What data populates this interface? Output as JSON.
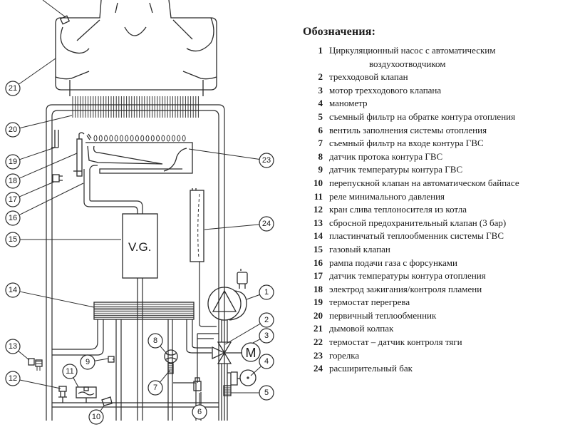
{
  "legend": {
    "title": "Обозначения:",
    "items": [
      {
        "num": "1",
        "text": "Циркуляционный насос с автоматическим",
        "text_cont": "воздухоотводчиком"
      },
      {
        "num": "2",
        "text": "трехходовой клапан"
      },
      {
        "num": "3",
        "text": "мотор трехходового клапана"
      },
      {
        "num": "4",
        "text": "манометр"
      },
      {
        "num": "5",
        "text": "съемный фильтр на обратке  контура отопления"
      },
      {
        "num": "6",
        "text": "вентиль заполнения системы отопления"
      },
      {
        "num": "7",
        "text": "съемный фильтр на входе контура ГВС"
      },
      {
        "num": "8",
        "text": "датчик протока контура ГВС"
      },
      {
        "num": "9",
        "text": "датчик температуры контура ГВС"
      },
      {
        "num": "10",
        "text": "перепускной клапан на автоматическом байпасе"
      },
      {
        "num": "11",
        "text": "реле минимального давления"
      },
      {
        "num": "12",
        "text": "кран слива теплоносителя из котла"
      },
      {
        "num": "13",
        "text": "сбросной предохранительный клапан (3 бар)"
      },
      {
        "num": "14",
        "text": "пластинчатый теплообменник системы ГВС"
      },
      {
        "num": "15",
        "text": "газовый клапан"
      },
      {
        "num": "16",
        "text": "рампа подачи газа с форсунками"
      },
      {
        "num": "17",
        "text": "датчик температуры контура отопления"
      },
      {
        "num": "18",
        "text": "электрод зажигания/контроля пламени"
      },
      {
        "num": "19",
        "text": "термостат перегрева"
      },
      {
        "num": "20",
        "text": "первичный теплообменник"
      },
      {
        "num": "21",
        "text": "дымовой колпак"
      },
      {
        "num": "22",
        "text": "термостат – датчик контроля тяги"
      },
      {
        "num": "23",
        "text": "горелка"
      },
      {
        "num": "24",
        "text": "расширительный бак"
      }
    ]
  },
  "diagram": {
    "gas_valve_label": "V.G.",
    "motor_label": "M",
    "callouts": [
      "1",
      "2",
      "3",
      "4",
      "5",
      "6",
      "7",
      "8",
      "9",
      "10",
      "11",
      "12",
      "13",
      "14",
      "15",
      "16",
      "17",
      "18",
      "19",
      "20",
      "21",
      "23",
      "24"
    ]
  }
}
